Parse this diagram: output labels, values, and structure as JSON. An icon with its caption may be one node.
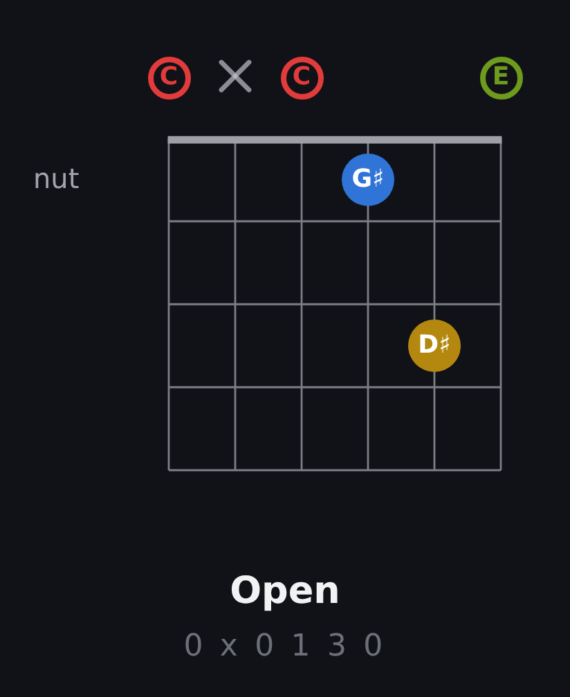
{
  "diagram": {
    "title": "Open",
    "nodes": [
      {
        "text": [
          "C"
        ]
      },
      {
        "text": [],
        "shape": "cross"
      },
      {
        "text": [
          "C"
        ]
      },
      {
        "text": [
          "E"
        ]
      },
      {
        "text": [
          "G♯"
        ]
      },
      {
        "text": [
          "D♯"
        ]
      }
    ],
    "labels": [
      "nut",
      "0 x 0 1 3 0"
    ]
  }
}
